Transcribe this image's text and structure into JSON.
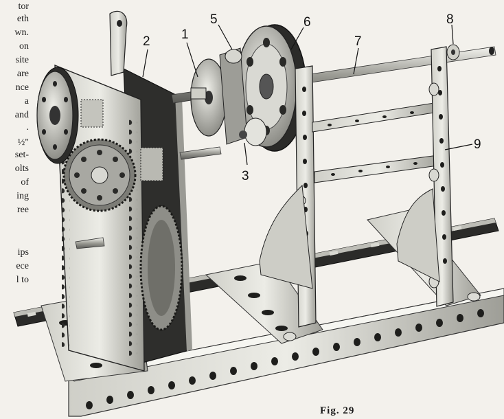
{
  "text_fragments": [
    "tor",
    "eth",
    "wn.",
    "on",
    "site",
    "are",
    "nce",
    "a",
    "and",
    ".",
    "½\"",
    "set-",
    "olts",
    "of",
    "ing",
    "ree",
    "",
    "ips",
    "ece",
    "l to"
  ],
  "callouts": [
    "1",
    "2",
    "3",
    "5",
    "6",
    "7",
    "8",
    "9"
  ],
  "caption": "Fig. 29",
  "colors": {
    "paper": "#f3f1ec",
    "metal_light": "#dcdcd6",
    "metal_mid": "#a9a9a2",
    "metal_dark": "#3a3a38",
    "shadow": "#1c1c1a"
  }
}
